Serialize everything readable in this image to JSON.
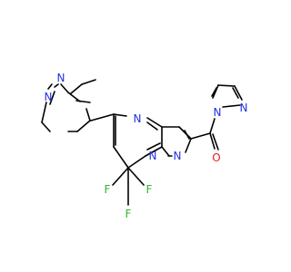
{
  "colors": {
    "background": "#ffffff",
    "bond": "#000000",
    "nitrogen": "#2330e0",
    "oxygen": "#e8201a",
    "fluorine": "#2db82d"
  },
  "molecule": {
    "atoms": {
      "n_pyrazole_a": "N",
      "n_pyrazole_b": "N",
      "n_pyrimidine": "N",
      "n_bridge_a": "N",
      "n_bridge_b": "N",
      "n_pyrazolyl_a": "N",
      "n_pyrazolyl_b": "N",
      "o_carbonyl": "O",
      "f_a": "F",
      "f_b": "F",
      "f_c": "F"
    }
  }
}
